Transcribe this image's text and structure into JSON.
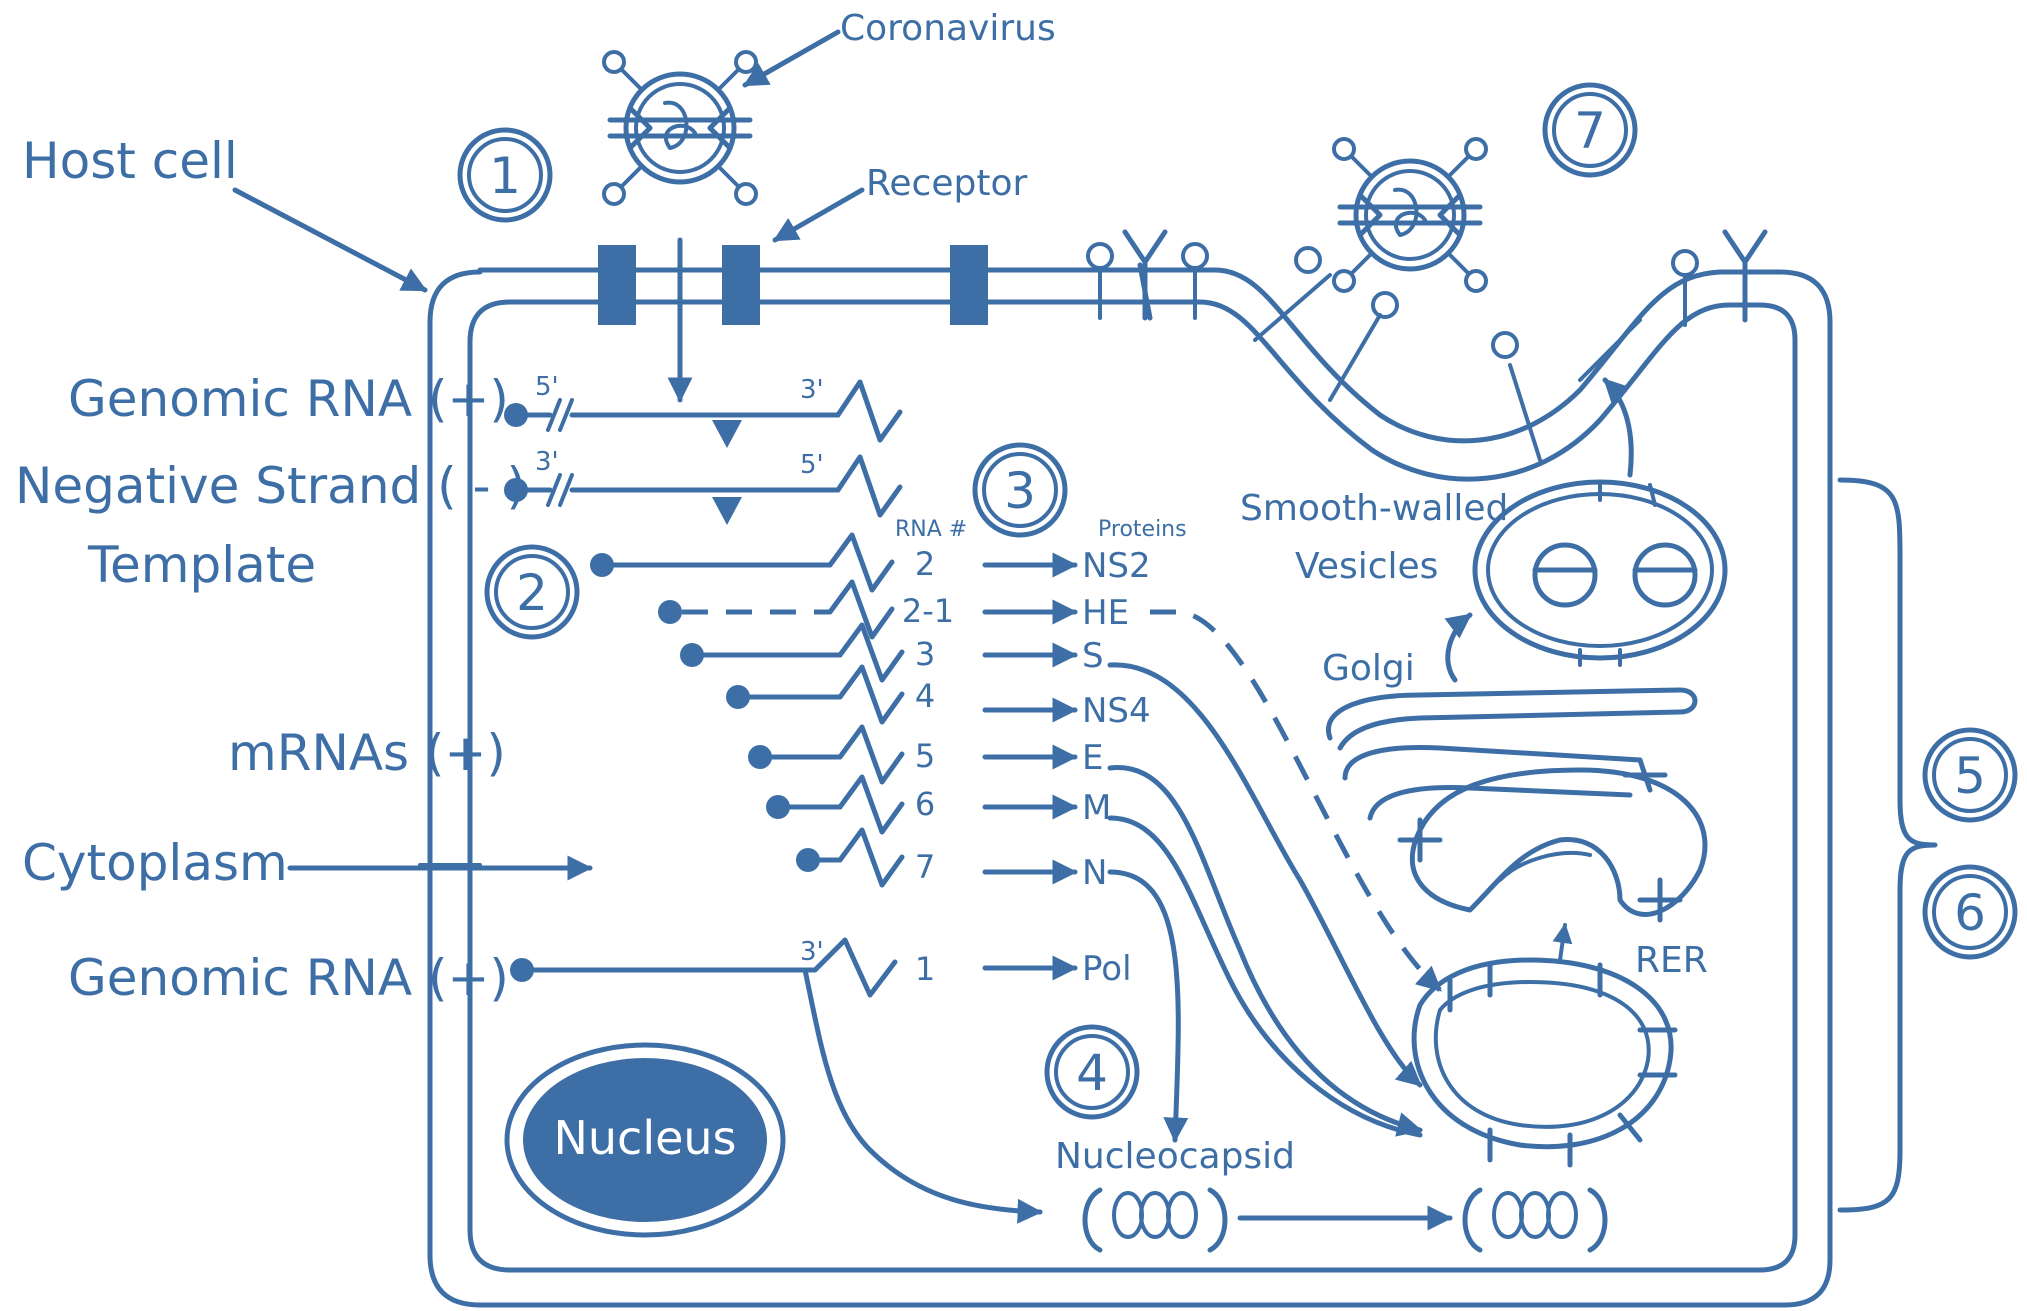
{
  "labels": {
    "host_cell": "Host cell",
    "coronavirus": "Coronavirus",
    "receptor": "Receptor",
    "genomic_rna_top": "Genomic RNA (+)",
    "negative_strand": "Negative Strand ( - )",
    "template": "Template",
    "mrnas": "mRNAs (+)",
    "cytoplasm": "Cytoplasm",
    "genomic_rna_bottom": "Genomic RNA (+)",
    "nucleus": "Nucleus",
    "nucleocapsid": "Nucleocapsid",
    "smooth_walled": "Smooth-walled",
    "vesicles": "Vesicles",
    "golgi": "Golgi",
    "rer": "RER",
    "rna_header": "RNA #",
    "proteins_header": "Proteins",
    "five_prime": "5'",
    "three_prime": "3'"
  },
  "steps": [
    "1",
    "2",
    "3",
    "4",
    "5",
    "6",
    "7"
  ],
  "rna_rows": [
    {
      "rna": "2",
      "protein": "NS2"
    },
    {
      "rna": "2-1",
      "protein": "HE"
    },
    {
      "rna": "3",
      "protein": "S"
    },
    {
      "rna": "4",
      "protein": "NS4"
    },
    {
      "rna": "5",
      "protein": "E"
    },
    {
      "rna": "6",
      "protein": "M"
    },
    {
      "rna": "7",
      "protein": "N"
    },
    {
      "rna": "1",
      "protein": "Pol"
    }
  ],
  "colors": {
    "primary": "#3d6fa6",
    "background": "#ffffff"
  }
}
